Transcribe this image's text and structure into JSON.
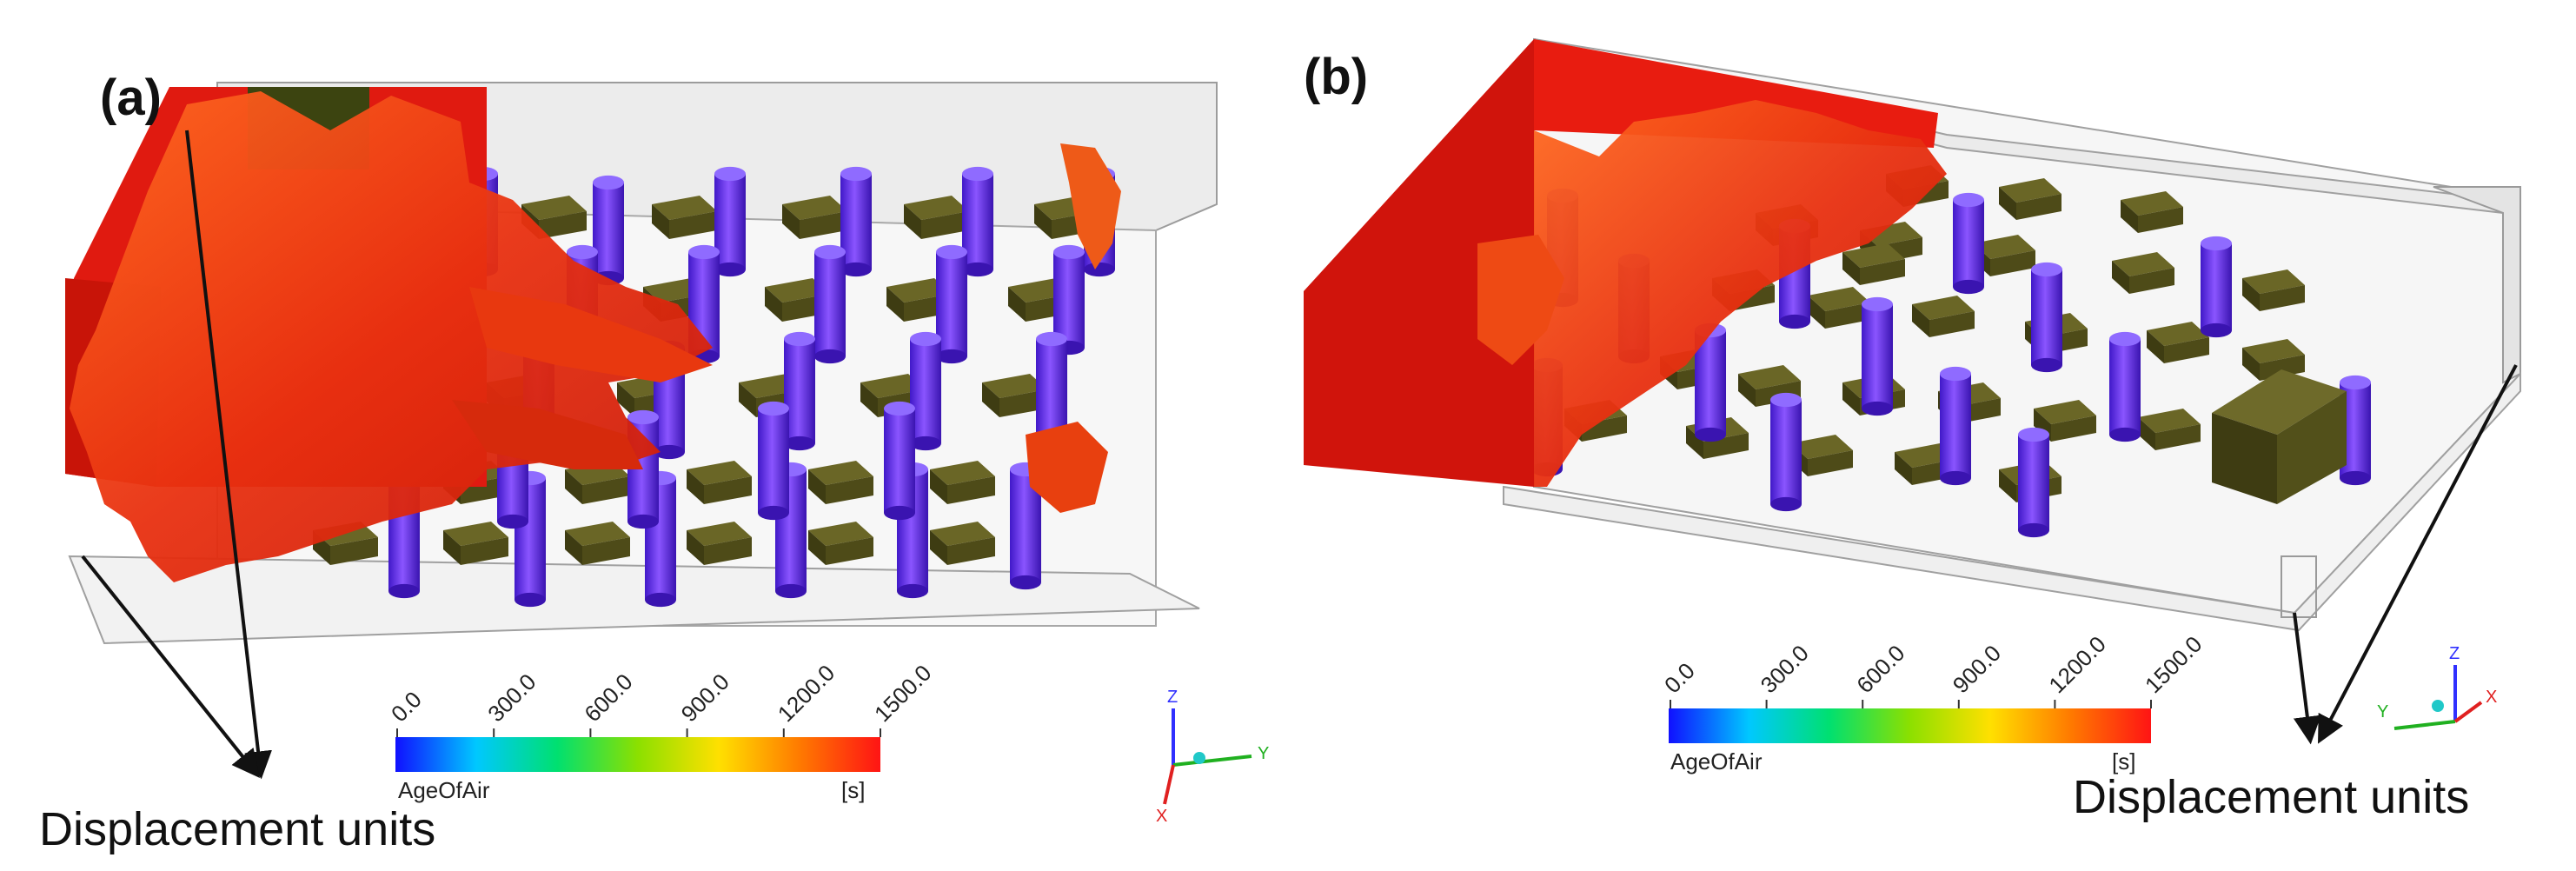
{
  "panels": [
    {
      "label": "(a)",
      "callout": "Displacement units"
    },
    {
      "label": "(b)",
      "callout": "Displacement units"
    }
  ],
  "colorbar": {
    "variable": "AgeOfAir",
    "unit": "[s]",
    "ticks": [
      "0.0",
      "300.0",
      "600.0",
      "900.0",
      "1200.0",
      "1500.0"
    ],
    "gradient": [
      "#1010ff",
      "#00c8ff",
      "#00e070",
      "#8ce000",
      "#ffe000",
      "#ff7a00",
      "#ff1414"
    ]
  },
  "axes": {
    "x": "X",
    "y": "Y",
    "z": "Z"
  },
  "colors": {
    "cylinder": "#6f2ff0",
    "box": "#55521c",
    "plume": "#ee3a10",
    "wall": "#e81c10",
    "room_edge": "#9c9c9c"
  }
}
